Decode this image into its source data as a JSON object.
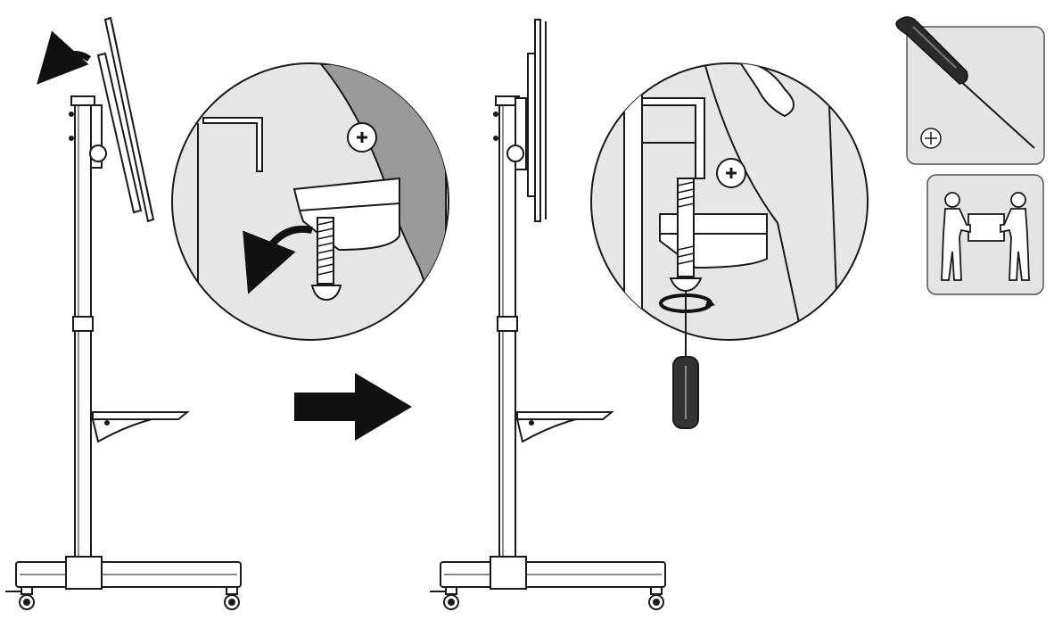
{
  "diagram": {
    "type": "assembly-instruction",
    "steps": [
      {
        "id": "step-before",
        "action": "tilt-display-onto-mount"
      },
      {
        "id": "step-after",
        "action": "tighten-bottom-screw"
      }
    ],
    "required_tools": [
      {
        "icon": "phillips-screwdriver-icon"
      },
      {
        "icon": "two-person-lift-icon"
      }
    ],
    "colors": {
      "line": "#1a1a1a",
      "zoom_background": "#e6e6e6",
      "zoom_bracket": "#9a9a9a",
      "tool_box": "#e4e4e4",
      "arrow": "#111111"
    }
  }
}
